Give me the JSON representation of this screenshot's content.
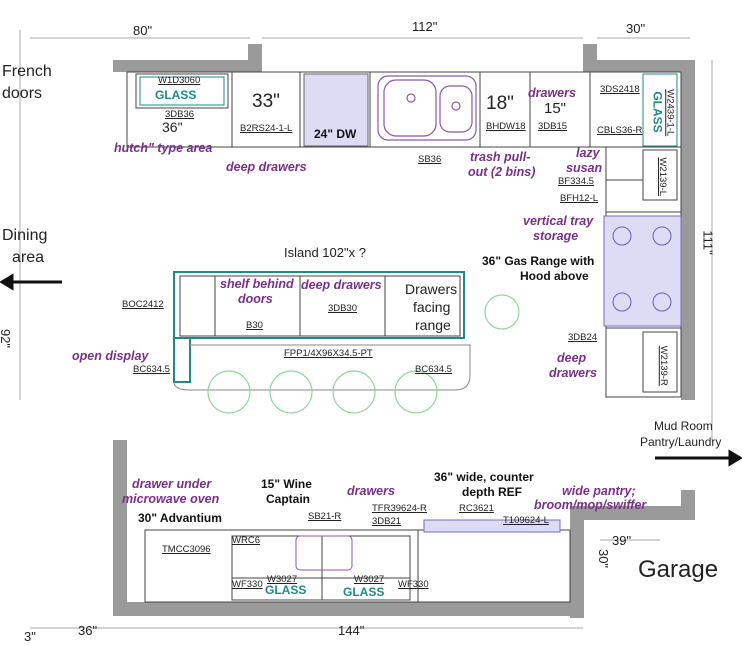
{
  "dimensions": {
    "top_left": "80\"",
    "top_mid": "112\"",
    "top_right": "30\"",
    "right_side": "111\"",
    "right_lower": "39\"",
    "right_lower_vert": "30\"",
    "bottom_left_small": "3\"",
    "bottom_left": "36\"",
    "bottom_mid": "144\"",
    "left_partial": "92\""
  },
  "room_labels": {
    "french_doors_1": "French",
    "french_doors_2": "doors",
    "dining_1": "Dining",
    "dining_2": "area",
    "mud_room_1": "Mud Room",
    "mud_room_2": "Pantry/Laundry",
    "garage": "Garage"
  },
  "top_run": {
    "w1d3060": "W1D3060",
    "glass_left": "GLASS",
    "db36_code": "3DB36",
    "db36_size": "36\"",
    "size_33": "33\"",
    "b2rs24": "B2RS24-1-L",
    "dw": "24\" DW",
    "sb36": "SB36",
    "size_18": "18\"",
    "bhdw18": "BHDW18",
    "size_15": "15\"",
    "db15": "3DB15",
    "ds2418": "3DS2418",
    "cbls36": "CBLS36-R",
    "glass_right": "GLASS",
    "w2439": "W2439-1-L"
  },
  "right_run": {
    "w2139_top": "W2139-L",
    "bf334": "BF334.5",
    "bfh12": "BFH12-L",
    "db24": "3DB24",
    "w2139_bot": "W2139-R"
  },
  "island": {
    "title": "Island 102\"x ?",
    "boc2412": "BOC2412",
    "b30": "B30",
    "db30": "3DB30",
    "fpp": "FPP1/4X96X34.5-PT",
    "bc634_left": "BC634.5",
    "bc634_right": "BC634.5",
    "drawers_facing_1": "Drawers",
    "drawers_facing_2": "facing",
    "drawers_facing_3": "range"
  },
  "bottom_run": {
    "tmcc": "TMCC3096",
    "wrc6": "WRC6",
    "sb21": "SB21-R",
    "db21": "3DB21",
    "tfr": "TFR39624-R",
    "rc3621": "RC3621",
    "t1": "T109624-L",
    "wf330_left": "WF330",
    "w3027_left": "W3027",
    "glass_left": "GLASS",
    "w3027_right": "W3027",
    "glass_right": "GLASS",
    "wf330_right": "WF330"
  },
  "notes": {
    "hutch_1": "hutch\" type area",
    "deep_drawers_top": "deep drawers",
    "trash_1": "trash pull-",
    "trash_2": "out (2 bins)",
    "drawers_top_1": "drawers",
    "lazy_1": "lazy",
    "lazy_2": "susan",
    "vtray_1": "vertical tray",
    "vtray_2": "storage",
    "shelf_1": "shelf behind",
    "shelf_2": "doors",
    "deep_drawers_island": "deep drawers",
    "open_display": "open display",
    "deep_drawers_right_1": "deep",
    "deep_drawers_right_2": "drawers",
    "drawer_micro_1": "drawer under",
    "drawer_micro_2": "microwave oven",
    "drawers_bottom": "drawers",
    "wide_pantry_1": "wide pantry;",
    "wide_pantry_2": "broom/mop/swiffer"
  },
  "callouts": {
    "gas_range_1": "36\" Gas Range with",
    "gas_range_2": "Hood above",
    "wine_1": "15\" Wine",
    "wine_2": "Captain",
    "advantium": "30\" Advantium",
    "ref_1": "36\" wide, counter",
    "ref_2": "depth REF"
  },
  "colors": {
    "wall": "#9a9a9a",
    "cabinet_line": "#444444",
    "accent_teal": "#1d8a86",
    "note_purple": "#7a2f8a",
    "dw_fill": "#dcdcf4",
    "range_fill": "#dcdcf4",
    "circle_green": "#8fd89a"
  }
}
